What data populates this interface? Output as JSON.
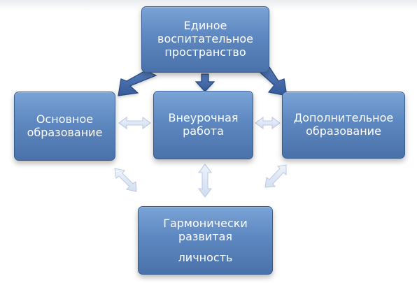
{
  "diagram": {
    "nodes": {
      "top": "Единое воспитательное пространство",
      "left": "Основное образование",
      "center": "Внеурочная работа",
      "right": "Дополнительное образование",
      "bottom": {
        "line1": "Гармонически",
        "line2": "развитая",
        "line3": "личность"
      }
    },
    "colors": {
      "box_top": "#7aa3d6",
      "box_bottom": "#4a71aa",
      "box_border": "#355b8f",
      "solid_arrow": "#3f62a0",
      "solid_arrow_border": "#27477d",
      "faded_arrow": "#dbe4f2",
      "faded_arrow_border": "#b8c8e4"
    }
  }
}
